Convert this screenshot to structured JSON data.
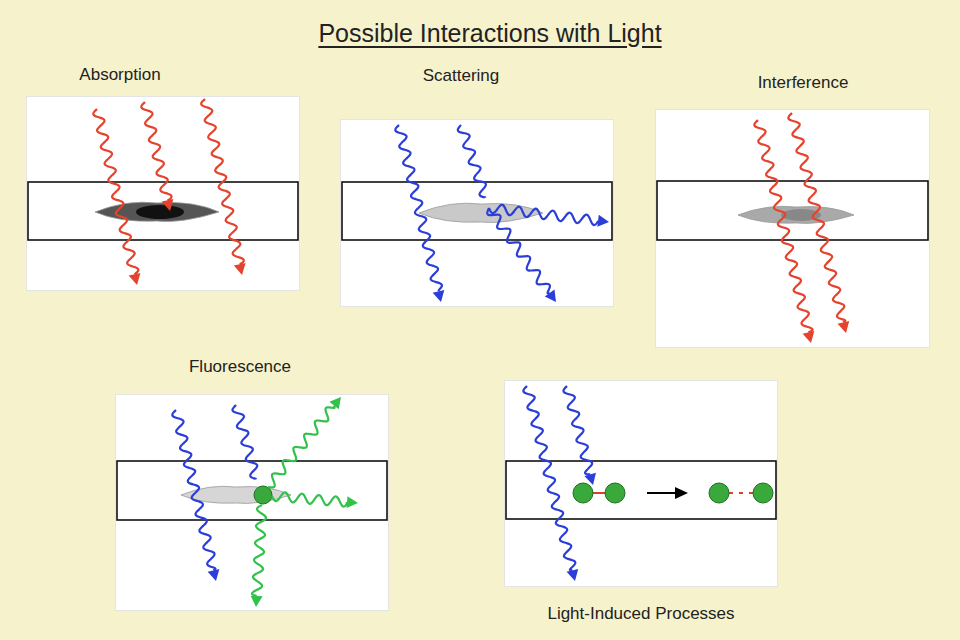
{
  "diagram": {
    "title": "Possible Interactions with Light",
    "nodes": [
      {
        "text": [
          "Absorption"
        ]
      },
      {
        "text": [
          "Scattering"
        ]
      },
      {
        "text": [
          "Interference"
        ]
      },
      {
        "text": [
          "Fluorescence"
        ]
      },
      {
        "text": [
          "Light-Induced Processes"
        ]
      }
    ]
  }
}
